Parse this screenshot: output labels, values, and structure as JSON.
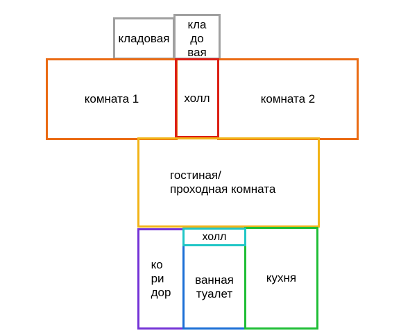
{
  "rooms": {
    "storage_1": {
      "label": "кладовая",
      "border_color": "#a0a0a0"
    },
    "storage_2": {
      "label": "кла\nдо\nвая",
      "border_color": "#a0a0a0"
    },
    "bedroom_1": {
      "label": "комната 1",
      "border_color": "#ea6b14"
    },
    "hall_1": {
      "label": "холл",
      "border_color": "#dc1f14"
    },
    "bedroom_2": {
      "label": "комната 2",
      "border_color": "#ea6b14"
    },
    "living_room": {
      "label": "гостиная/\nпроходная комната",
      "border_color": "#f2b418"
    },
    "corridor": {
      "label": "ко\nри\nдор",
      "border_color": "#7433d6"
    },
    "hall_2": {
      "label": "холл",
      "border_color": "#20c6c6"
    },
    "bathroom": {
      "label": "ванная\nтуалет",
      "border_color": "#1b6fd6"
    },
    "kitchen": {
      "label": "кухня",
      "border_color": "#1fbe36"
    }
  }
}
